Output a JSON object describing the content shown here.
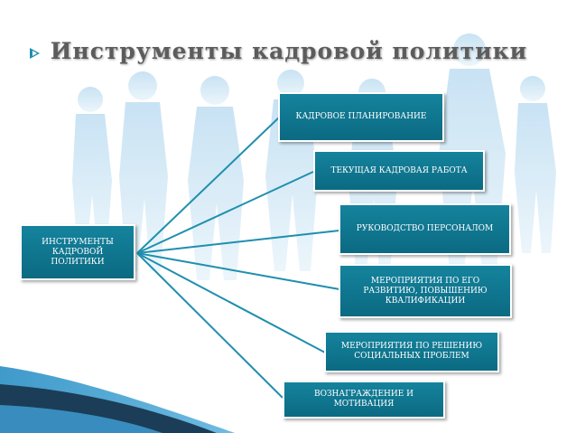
{
  "slide": {
    "title": "Инструменты кадровой политики"
  },
  "hub": {
    "label": "ИНСТРУМЕНТЫ КАДРОВОЙ ПОЛИТИКИ"
  },
  "items": [
    "КАДРОВОЕ ПЛАНИРОВАНИЕ",
    "ТЕКУЩАЯ КАДРОВАЯ РАБОТА",
    "РУКОВОДСТВО ПЕРСОНАЛОМ",
    "МЕРОПРИЯТИЯ ПО ЕГО РАЗВИТИЮ, ПОВЫШЕНИЮ КВАЛИФИКАЦИИ",
    "МЕРОПРИЯТИЯ ПО РЕШЕНИЮ СОЦИАЛЬНЫХ ПРОБЛЕМ",
    "ВОЗНАГРАЖДЕНИЕ И МОТИВАЦИЯ"
  ],
  "colors": {
    "box_fill": "#0f7a93",
    "connector": "#1f8fae",
    "silhouette": "#cfe7f6",
    "swoosh_dark": "#1c3d57",
    "swoosh_blue": "#2f8fc6"
  }
}
